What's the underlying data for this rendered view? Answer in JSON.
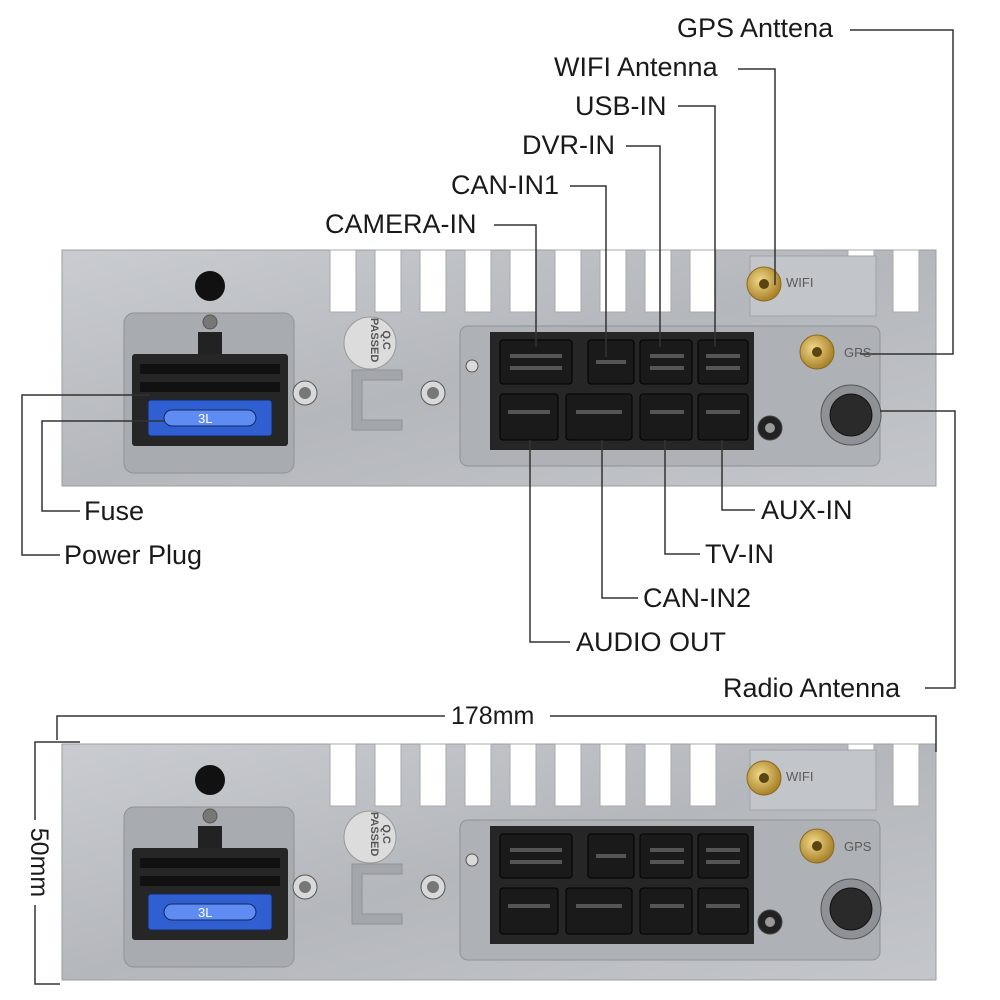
{
  "labels": {
    "gps_antenna": "GPS Anttena",
    "wifi_antenna": "WIFI Antenna",
    "usb_in": "USB-IN",
    "dvr_in": "DVR-IN",
    "can_in1": "CAN-IN1",
    "camera_in": "CAMERA-IN",
    "fuse": "Fuse",
    "power_plug": "Power Plug",
    "aux_in": "AUX-IN",
    "tv_in": "TV-IN",
    "can_in2": "CAN-IN2",
    "audio_out": "AUDIO OUT",
    "radio_antenna": "Radio Antenna"
  },
  "dimensions": {
    "width": "178mm",
    "height": "50mm"
  },
  "unit_markings": {
    "qc_line1": "Q.C",
    "qc_line2": "PASSED",
    "wifi": "WIFI",
    "gps": "GPS",
    "fuse_value": "3L"
  },
  "colors": {
    "panel": "#b9bcc0",
    "connector": "#262626",
    "fuse": "#2f5fd0",
    "antenna_gold": "#c9a53a",
    "leader_line": "#333333"
  }
}
